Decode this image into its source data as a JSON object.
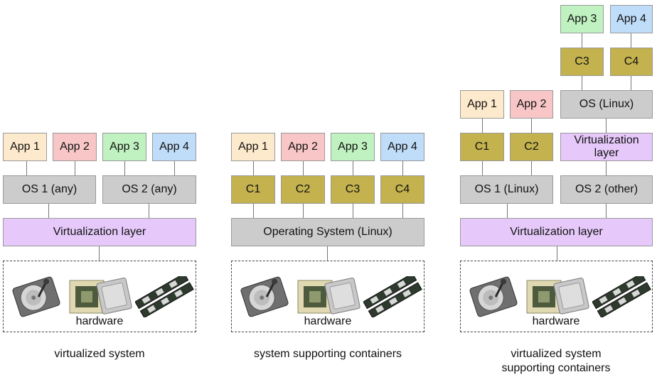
{
  "labels": {
    "app1": "App 1",
    "app2": "App 2",
    "app3": "App 3",
    "app4": "App 4",
    "c1": "C1",
    "c2": "C2",
    "c3": "C3",
    "c4": "C4",
    "os1_any": "OS 1 (any)",
    "os2_any": "OS 2 (any)",
    "os1_linux": "OS 1 (Linux)",
    "os2_other": "OS 2 (other)",
    "os_linux": "OS (Linux)",
    "operating_system_linux": "Operating System (Linux)",
    "virtualization_layer": "Virtualization layer",
    "virtualization_layer_line1": "Virtualization",
    "virtualization_layer_line2": "layer",
    "hardware": "hardware"
  },
  "captions": {
    "virtualized_system": "virtualized system",
    "system_supporting_containers": "system supporting containers",
    "virtualized_system_containers_line1": "virtualized system",
    "virtualized_system_containers_line2": "supporting containers"
  },
  "colors": {
    "app1": "#fde9cc",
    "app2": "#f8c6c6",
    "app3": "#bff2c0",
    "app4": "#bfdcf8",
    "container": "#c3b24e",
    "os": "#cccccc",
    "virtualization": "#e6c9fa"
  },
  "icons": [
    "hard-disk-icon",
    "cpu-chip-icon",
    "memory-module-icon"
  ]
}
